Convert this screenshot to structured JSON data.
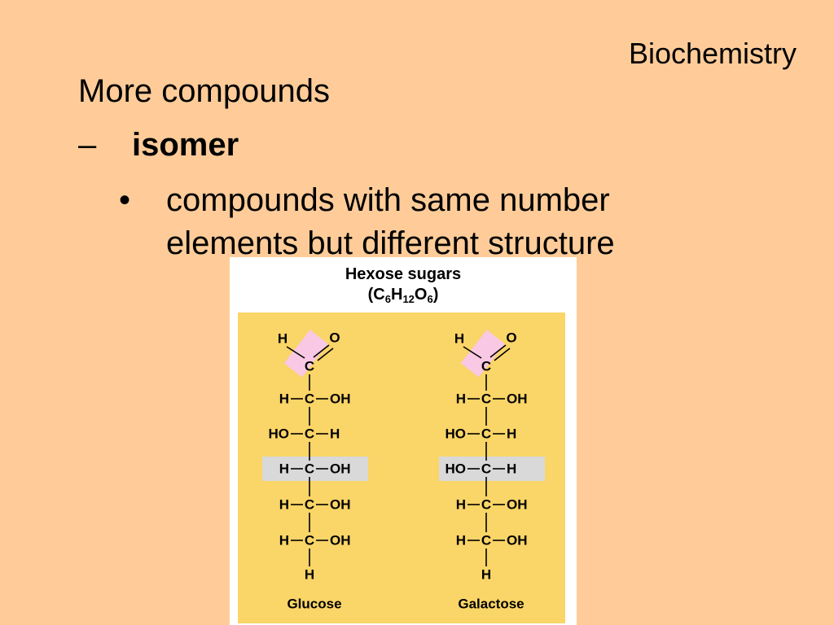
{
  "slide": {
    "header": "Biochemistry",
    "title": "More compounds",
    "dash": "–",
    "term": "isomer",
    "bullet_symbol": "•",
    "bullet_text": "compounds with same number elements but different structure"
  },
  "figure": {
    "title": "Hexose sugars",
    "formula": {
      "open": "(",
      "c": "C",
      "c_sub": "6",
      "h": "H",
      "h_sub": "12",
      "o": "O",
      "o_sub": "6",
      "close": ")"
    },
    "colors": {
      "panel_bg": "#fad567",
      "aldehyde_highlight": "#f9c8e4",
      "difference_highlight": "#d9d9d9"
    },
    "molecules": [
      {
        "name": "Glucose",
        "top": {
          "h": "H",
          "c": "C",
          "o": "O"
        },
        "rows": [
          {
            "left": "H",
            "center": "C",
            "right": "OH",
            "highlight": false
          },
          {
            "left": "HO",
            "center": "C",
            "right": "H",
            "highlight": false
          },
          {
            "left": "H",
            "center": "C",
            "right": "OH",
            "highlight": true
          },
          {
            "left": "H",
            "center": "C",
            "right": "OH",
            "highlight": false
          },
          {
            "left": "H",
            "center": "C",
            "right": "OH",
            "highlight": false
          }
        ],
        "bottom": "H"
      },
      {
        "name": "Galactose",
        "top": {
          "h": "H",
          "c": "C",
          "o": "O"
        },
        "rows": [
          {
            "left": "H",
            "center": "C",
            "right": "OH",
            "highlight": false
          },
          {
            "left": "HO",
            "center": "C",
            "right": "H",
            "highlight": false
          },
          {
            "left": "HO",
            "center": "C",
            "right": "H",
            "highlight": true
          },
          {
            "left": "H",
            "center": "C",
            "right": "OH",
            "highlight": false
          },
          {
            "left": "H",
            "center": "C",
            "right": "OH",
            "highlight": false
          }
        ],
        "bottom": "H"
      }
    ]
  }
}
